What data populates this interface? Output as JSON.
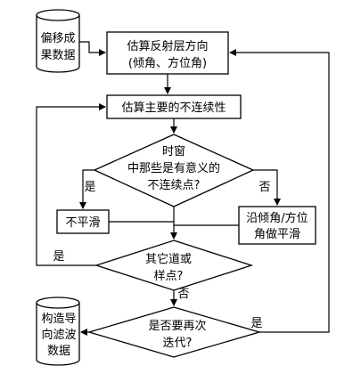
{
  "flowchart": {
    "input_db": [
      "偏移成",
      "果数据"
    ],
    "step_estimate_orientation": [
      "估算反射层方向",
      "(倾角、方位角)"
    ],
    "step_estimate_discontinuity": "估算主要的不连续性",
    "decision_window": [
      "时窗",
      "中那些是有意义的",
      "不连续点?"
    ],
    "label_yes_left": "是",
    "label_no_right": "否",
    "step_no_smooth": "不平滑",
    "step_smooth_along": [
      "沿倾角/方位",
      "角做平滑"
    ],
    "decision_other_traces": [
      "其它道或",
      "样点?"
    ],
    "label_yes_loop": "是",
    "label_no_down": "否",
    "decision_iterate": [
      "是否要再次",
      "迭代?"
    ],
    "label_yes_iterate": "是",
    "output_db": [
      "构造导",
      "向滤波",
      "数据"
    ]
  }
}
